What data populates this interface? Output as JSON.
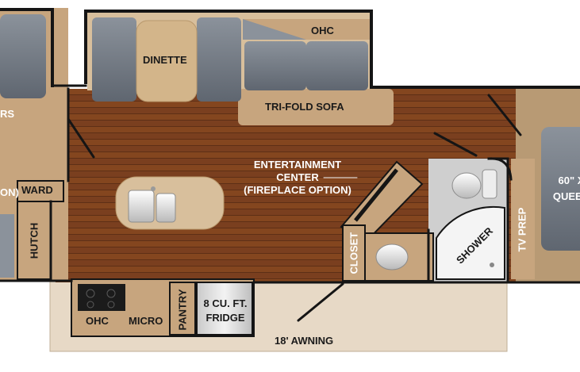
{
  "rooms": {
    "dinette": "DINETTE",
    "ohc_top": "OHC",
    "tri_fold_sofa": "TRI-FOLD SOFA",
    "entertainment_center": [
      "ENTERTAINMENT",
      "CENTER",
      "(FIREPLACE OPTION)"
    ],
    "left_partial_top": "RS",
    "left_partial_mid": "ON)",
    "ward": "WARD",
    "hutch": "HUTCH",
    "closet": "CLOSET",
    "shower": "SHOWER",
    "tv_prep": "TV PREP",
    "bed": [
      "60\" X",
      "QUEEN"
    ],
    "ohc_bottom": "OHC",
    "micro": "MICRO",
    "pantry": "PANTRY",
    "fridge": [
      "8 CU. FT.",
      "FRIDGE"
    ],
    "awning": "18' AWNING"
  },
  "colors": {
    "wood": "#7a3f1f",
    "wood_dark": "#5e2f16",
    "tan": "#c7a57e",
    "tan_light": "#d8bf9c",
    "wall": "#151515",
    "cushion": "#6f7680",
    "cushion_light": "#8b929b",
    "dinette_table": "#d3b58a",
    "awning": "#e7d9c6"
  }
}
